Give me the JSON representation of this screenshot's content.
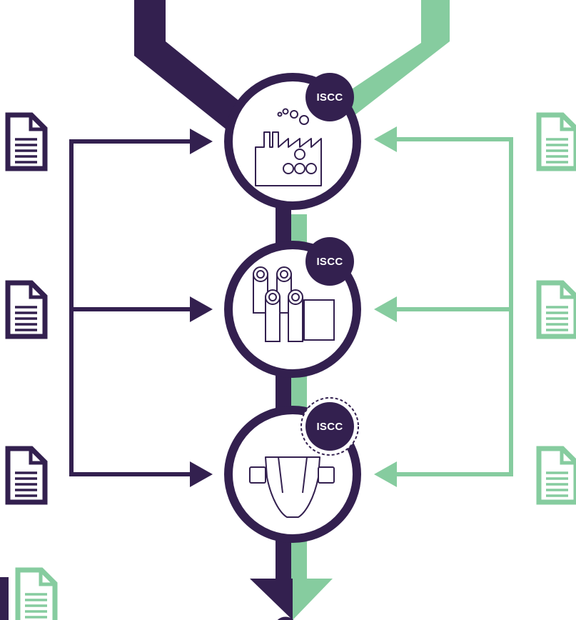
{
  "colors": {
    "primary": "#33204f",
    "secondary": "#86cc9f",
    "background": "#ffffff"
  },
  "badges": {
    "label": "ISCC"
  },
  "stages": [
    {
      "icon": "factory-icon",
      "badge_style": "solid"
    },
    {
      "icon": "rolls-icon",
      "badge_style": "dashed"
    },
    {
      "icon": "diaper-icon",
      "badge_style": "dashed"
    }
  ]
}
